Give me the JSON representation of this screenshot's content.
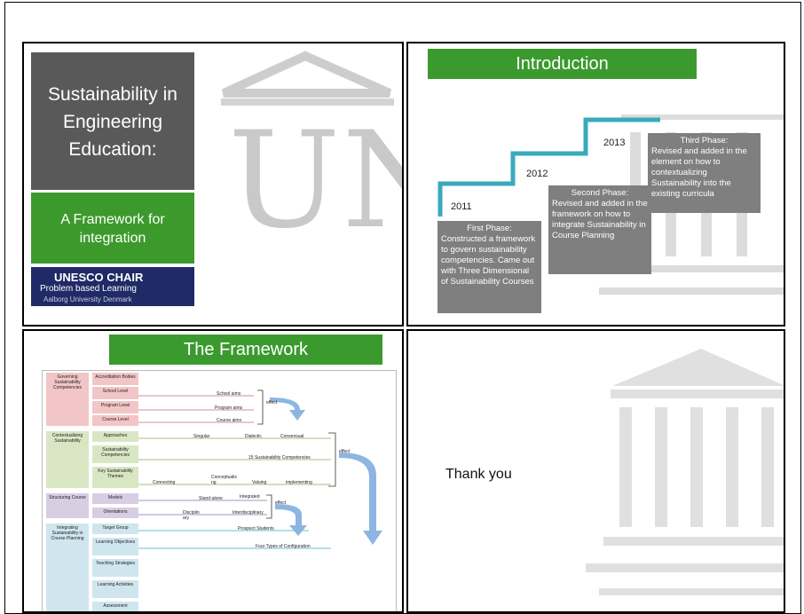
{
  "slide1": {
    "title": "Sustainability in Engineering Education:",
    "subtitle": "A Framework for integration",
    "logo_line1": "UNESCO CHAIR",
    "logo_line2": "Problem based Learning",
    "logo_line3": "Aalborg University Denmark",
    "bg_letters": "UNES"
  },
  "slide2": {
    "title": "Introduction",
    "years": [
      "2011",
      "2012",
      "2013"
    ],
    "phases": [
      {
        "title": "First Phase:",
        "body": "Constructed a framework to govern sustainability competencies. Came out with Three Dimensional of Sustainability Courses"
      },
      {
        "title": "Second Phase:",
        "body": "Revised and added in the framework on how to integrate Sustainability in Course Planning"
      },
      {
        "title": "Third Phase:",
        "body": "Revised and added in the element on how to contextualizing Sustainability into the existing curricula"
      }
    ]
  },
  "slide3": {
    "title": "The Framework",
    "groups": [
      {
        "name": "Governing Sustainability Competencies",
        "color": "#f2c6c6"
      },
      {
        "name": "Contextualising Sustainability",
        "color": "#d9e6c4"
      },
      {
        "name": "Structuring Course",
        "color": "#d9cde3"
      },
      {
        "name": "Integrating Sustainability in Course Planning",
        "color": "#cfe6ef"
      }
    ],
    "rows": {
      "r1": "Accreditation Bodies",
      "r2": "School Level",
      "r3": "Program Level",
      "r4": "Course Level",
      "r5": "Approaches",
      "r6": "Sustainability Competencies",
      "r7": "Key Sustainability Themes",
      "r8": "Models",
      "r9": "Orientations",
      "r10": "Target Group",
      "r11": "Learning Objectives",
      "r12": "Teaching Strategies",
      "r13": "Learning Activities",
      "r14": "Assessment"
    },
    "labels": {
      "school_aims": "School aims",
      "program_aims": "Program aims",
      "course_aims": "Course aims",
      "effect1": "effect",
      "singular": "Singular",
      "dialectic": "Dialectic",
      "consensual": "Consensual",
      "competencies15": "15 Sustainability Competencies",
      "effect2": "effect",
      "connecting": "Connecting",
      "conceptualising": "Conceptualis ng",
      "valuing": "Valuing",
      "implementing": "implementing",
      "standalone": "Stand-alone",
      "integrated": "Integrated",
      "effect3": "effect",
      "disciplinary": "Disciplin ary",
      "interdisciplinary": "Interdisciplinary",
      "prospect": "Prospect Students",
      "four_types": "Four Types of Configuration"
    }
  },
  "slide4": {
    "text": "Thank you"
  }
}
